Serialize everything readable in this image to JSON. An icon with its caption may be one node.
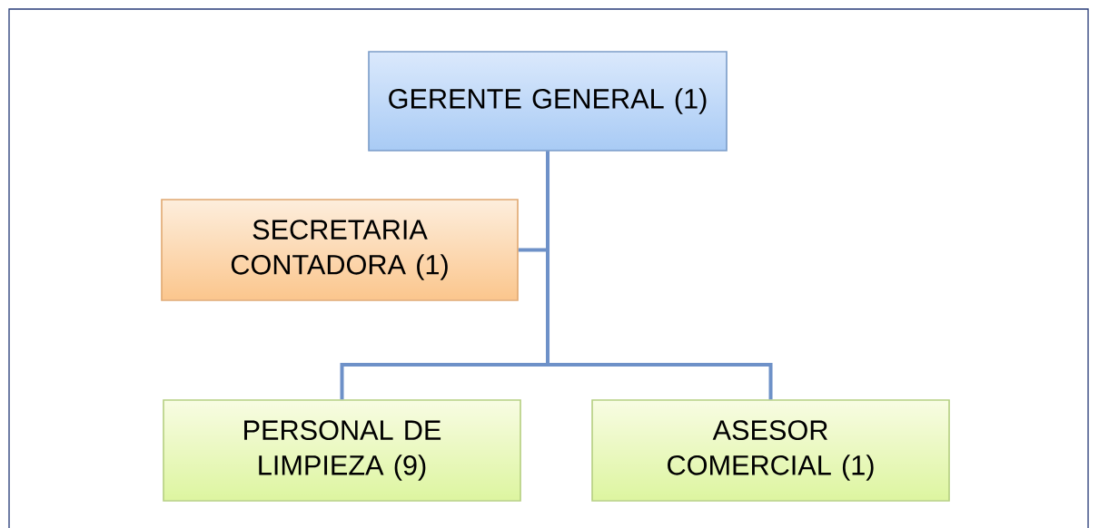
{
  "diagram": {
    "nodes": [
      {
        "text": [
          "GERENTE GENERAL (1)"
        ]
      },
      {
        "text": [
          "SECRETARIA CONTADORA (1)"
        ]
      },
      {
        "text": [
          "PERSONAL DE LIMPIEZA (9)"
        ]
      },
      {
        "text": [
          "ASESOR COMERCIAL (1)"
        ]
      }
    ],
    "edges": [
      {
        "from": 0,
        "to": 1,
        "arrow": "none"
      },
      {
        "from": 0,
        "to": 2,
        "arrow": "none"
      },
      {
        "from": 0,
        "to": 3,
        "arrow": "none"
      }
    ]
  }
}
